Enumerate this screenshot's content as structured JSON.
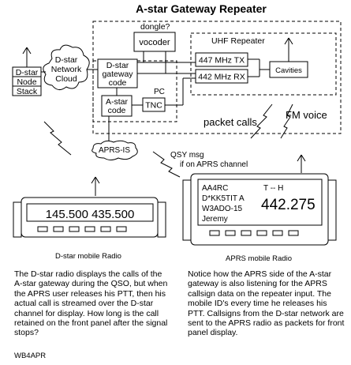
{
  "title": "A-star Gateway Repeater",
  "labels": {
    "dongle": "dongle?",
    "vocoder": "vocoder",
    "uhf_repeater": "UHF Repeater",
    "tx": "447 MHz TX",
    "rx": "442 MHz RX",
    "cavities": "Cavities",
    "dstar_gateway_1": "D-star",
    "dstar_gateway_2": "gateway",
    "dstar_gateway_3": "code",
    "pc": "PC",
    "astar_1": "A-star",
    "astar_2": "code",
    "tnc": "TNC",
    "cloud_1": "D-star",
    "cloud_2": "Network",
    "cloud_3": "Cloud",
    "stack_1": "D-star",
    "stack_2": "Node",
    "stack_3": "Stack",
    "aprs_is": "APRS-IS",
    "packet_calls": "packet calls",
    "fm_voice": "FM voice",
    "qsy_1": "QSY msg",
    "qsy_2": "if on APRS channel"
  },
  "dstar_radio": {
    "display": "145.500 435.500",
    "caption": "D-star mobile Radio"
  },
  "aprs_radio": {
    "line1": "AA4RC",
    "indicator": "T  --  H",
    "line2": "D*KK5TIT A",
    "line3": "W3ADO-15",
    "line4": "Jeremy",
    "freq": "442.275",
    "caption": "APRS mobile Radio"
  },
  "text_left": "The D-star radio displays the calls of the A-star gateway during the QSO, but when the APRS user releases his PTT, then his actual call is streamed over the D-star channel for display. How long is the call retained on the front panel after the signal stops?",
  "text_right": "Notice how the APRS side of the A-star gateway is also listening for the APRS callsign data on the repeater input.  The mobile ID's every time he releases his PTT.  Callsigns from the D-star network are sent to the APRS radio as packets for front panel display.",
  "author": "WB4APR"
}
